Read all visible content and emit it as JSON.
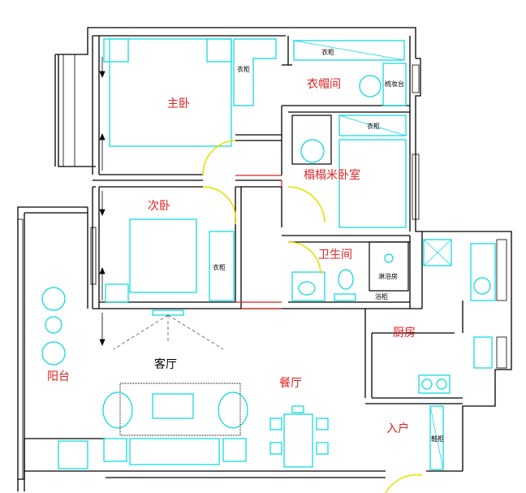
{
  "colors": {
    "wall": "#000000",
    "fixture": "#00d8e0",
    "door": "#e8e000",
    "room_label": "#e02020",
    "threshold": "#e02020",
    "dashed": "#555555"
  },
  "rooms": {
    "master_bedroom": "主卧",
    "walk_in_closet": "衣帽间",
    "tatami_room": "榻榻米卧室",
    "second_bedroom": "次卧",
    "bathroom": "卫生间",
    "kitchen": "厨房",
    "living_room": "客厅",
    "dining_room": "餐厅",
    "balcony": "阳台",
    "entrance": "入户"
  },
  "fixture_labels": {
    "wardrobe_master": "衣柜",
    "wardrobe_top": "衣柜",
    "dressing_table": "梳妆台",
    "wardrobe_tatami": "衣柜",
    "wardrobe_second": "衣柜",
    "shower": "淋浴房",
    "bath_cabinet": "浴柜",
    "shoe_cabinet": "鞋柜"
  }
}
